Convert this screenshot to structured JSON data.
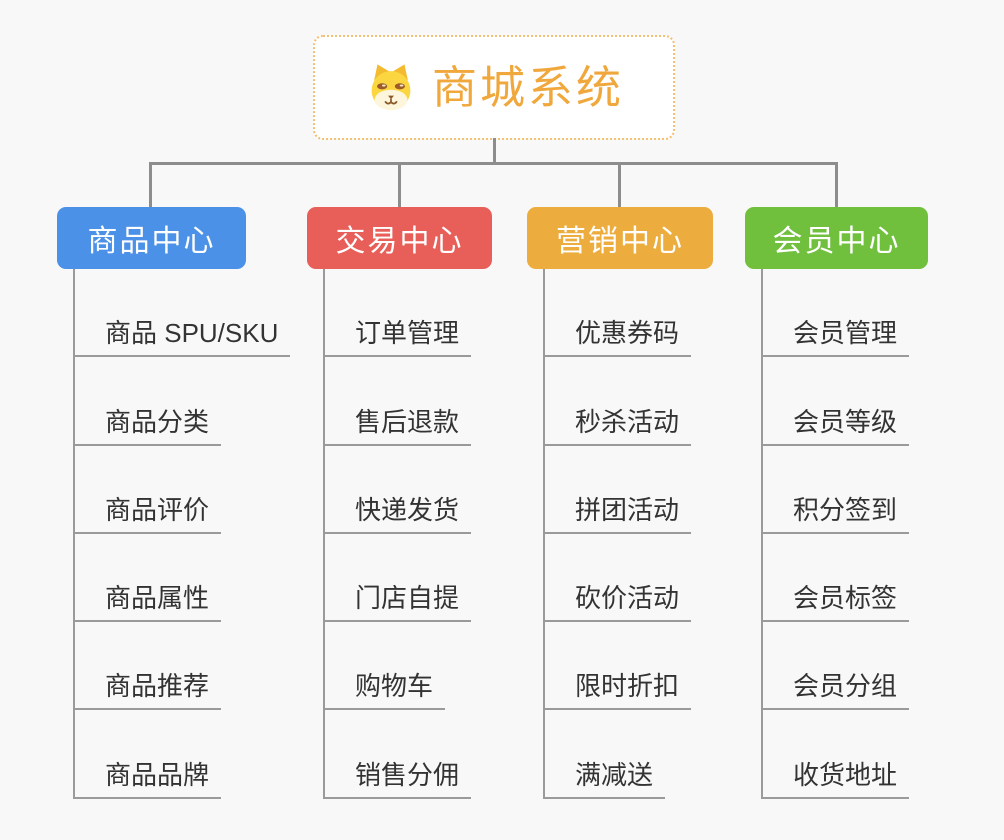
{
  "root": {
    "title": "商城系统",
    "icon": "dog-face-icon"
  },
  "branches": [
    {
      "label": "商品中心",
      "color": "#4b91e7",
      "items": [
        "商品 SPU/SKU",
        "商品分类",
        "商品评价",
        "商品属性",
        "商品推荐",
        "商品品牌"
      ]
    },
    {
      "label": "交易中心",
      "color": "#e85e58",
      "items": [
        "订单管理",
        "售后退款",
        "快递发货",
        "门店自提",
        "购物车",
        "销售分佣"
      ]
    },
    {
      "label": "营销中心",
      "color": "#edad3e",
      "items": [
        "优惠券码",
        "秒杀活动",
        "拼团活动",
        "砍价活动",
        "限时折扣",
        "满减送"
      ]
    },
    {
      "label": "会员中心",
      "color": "#70c03e",
      "items": [
        "会员管理",
        "会员等级",
        "积分签到",
        "会员标签",
        "会员分组",
        "收货地址"
      ]
    }
  ],
  "colors": {
    "root_title": "#f0a73c",
    "root_border": "#f3bf72",
    "connector_line": "#8d8d8d",
    "leaf_underline": "#9a9a9a",
    "leaf_text": "#333333",
    "background": "#f8f8f8"
  }
}
